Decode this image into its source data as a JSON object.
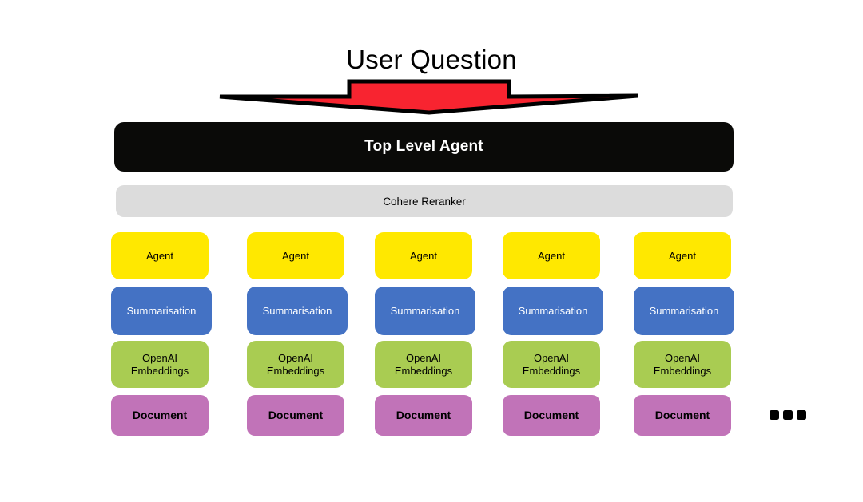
{
  "diagram": {
    "title": "User Question",
    "arrow": {
      "name": "down-arrow",
      "fill": "#f82430",
      "stroke": "#000000"
    },
    "top_agent": {
      "label": "Top Level Agent",
      "background": "#0a0a08",
      "text_color": "#ffffff"
    },
    "reranker": {
      "label": "Cohere Reranker",
      "background": "#dcdcdc",
      "text_color": "#000000"
    },
    "row_labels": {
      "agent": "Agent",
      "summarisation": "Summarisation",
      "embeddings_line1": "OpenAI",
      "embeddings_line2": "Embeddings",
      "document": "Document"
    },
    "row_colors": {
      "agent": "#ffe800",
      "summarisation": "#4472c4",
      "embeddings": "#a9cc52",
      "document": "#c173b8"
    },
    "columns": [
      {
        "index": 1,
        "agent": "Agent",
        "summarisation": "Summarisation",
        "embeddings_line1": "OpenAI",
        "embeddings_line2": "Embeddings",
        "document": "Document"
      },
      {
        "index": 2,
        "agent": "Agent",
        "summarisation": "Summarisation",
        "embeddings_line1": "OpenAI",
        "embeddings_line2": "Embeddings",
        "document": "Document"
      },
      {
        "index": 3,
        "agent": "Agent",
        "summarisation": "Summarisation",
        "embeddings_line1": "OpenAI",
        "embeddings_line2": "Embeddings",
        "document": "Document"
      },
      {
        "index": 4,
        "agent": "Agent",
        "summarisation": "Summarisation",
        "embeddings_line1": "OpenAI",
        "embeddings_line2": "Embeddings",
        "document": "Document"
      },
      {
        "index": 5,
        "agent": "Agent",
        "summarisation": "Summarisation",
        "embeddings_line1": "OpenAI",
        "embeddings_line2": "Embeddings",
        "document": "Document"
      }
    ],
    "more_indicator": {
      "name": "ellipsis",
      "dots": 3,
      "color": "#000000"
    },
    "background": "#ffffff"
  }
}
